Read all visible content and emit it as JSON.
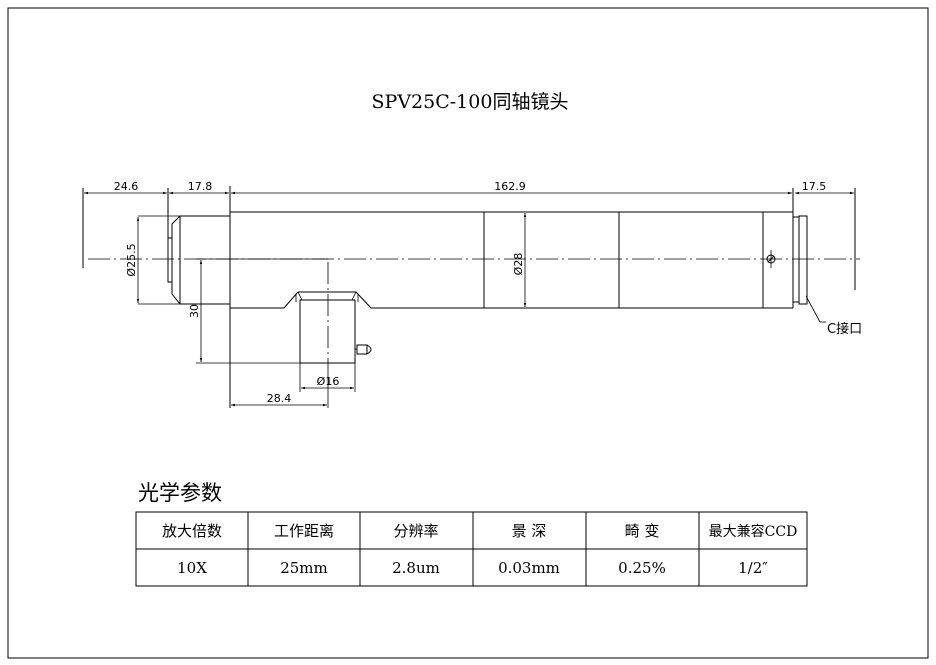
{
  "title": "SPV25C-100同轴镜头",
  "dimensions": {
    "front_length": "24.6",
    "cap_length": "17.8",
    "body_length": "162.9",
    "mount_length": "17.5",
    "front_diameter": "Ø25.5",
    "body_diameter": "Ø28",
    "port_offset": "30",
    "port_diameter": "Ø16",
    "port_position": "28.4"
  },
  "callout": "C接口",
  "optics": {
    "heading": "光学参数",
    "headers": [
      "放大倍数",
      "工作距离",
      "分辨率",
      "景 深",
      "畸 变",
      "最大兼容CCD"
    ],
    "values": [
      "10X",
      "25mm",
      "2.8um",
      "0.03mm",
      "0.25%",
      "1/2″"
    ]
  }
}
